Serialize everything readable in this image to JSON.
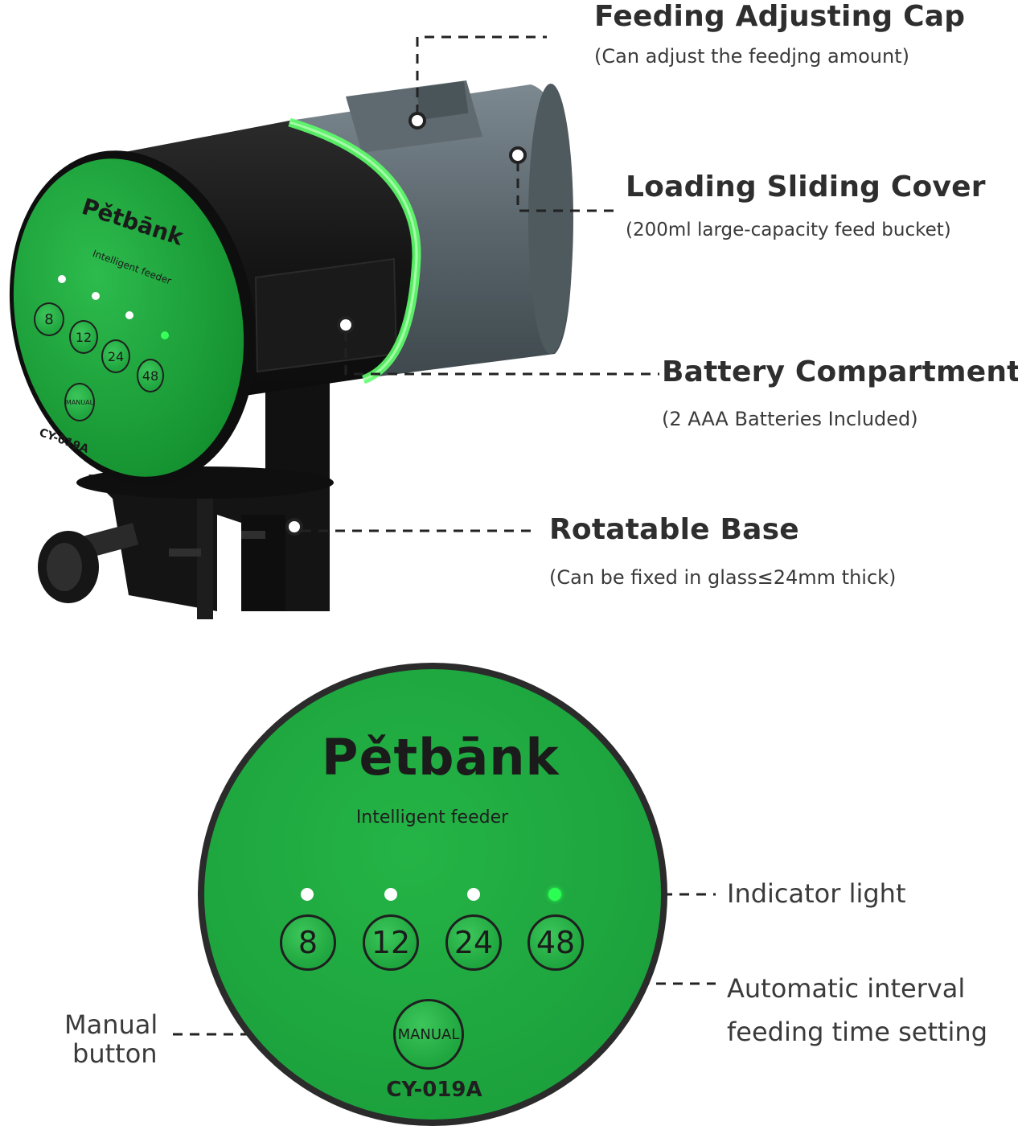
{
  "callouts": {
    "feeding_cap": {
      "title": "Feeding Adjusting Cap",
      "subtitle": "(Can adjust the feedjng amount)"
    },
    "loading_cover": {
      "title": "Loading Sliding Cover",
      "subtitle": "(200ml large-capacity feed bucket)"
    },
    "battery": {
      "title": "Battery Compartment",
      "subtitle": "(2 AAA Batteries Included)"
    },
    "base": {
      "title": "Rotatable Base",
      "subtitle": "(Can be fixed in glass≤24mm thick)"
    }
  },
  "panel": {
    "brand": "Pětbānk",
    "subtitle": "Intelligent feeder",
    "buttons": [
      "8",
      "12",
      "24",
      "48"
    ],
    "manual_label": "MANUAL",
    "model": "CY-019A",
    "indicator_label": "Indicator light",
    "interval_label_line1": "Automatic interval",
    "interval_label_line2": "feeding time setting",
    "manual_side_line1": "Manual",
    "manual_side_line2": "button"
  },
  "device": {
    "brand": "Pětbānk",
    "subtitle": "Intelligent feeder",
    "buttons": [
      "8",
      "12",
      "24",
      "48"
    ],
    "manual_label": "MANUAL",
    "model": "CY-019A"
  },
  "colors": {
    "panel_green": "#1fa63f",
    "ring_green": "#5dff6a",
    "body_black": "#1c1c1c",
    "bucket_grey": "#6e7a80"
  }
}
